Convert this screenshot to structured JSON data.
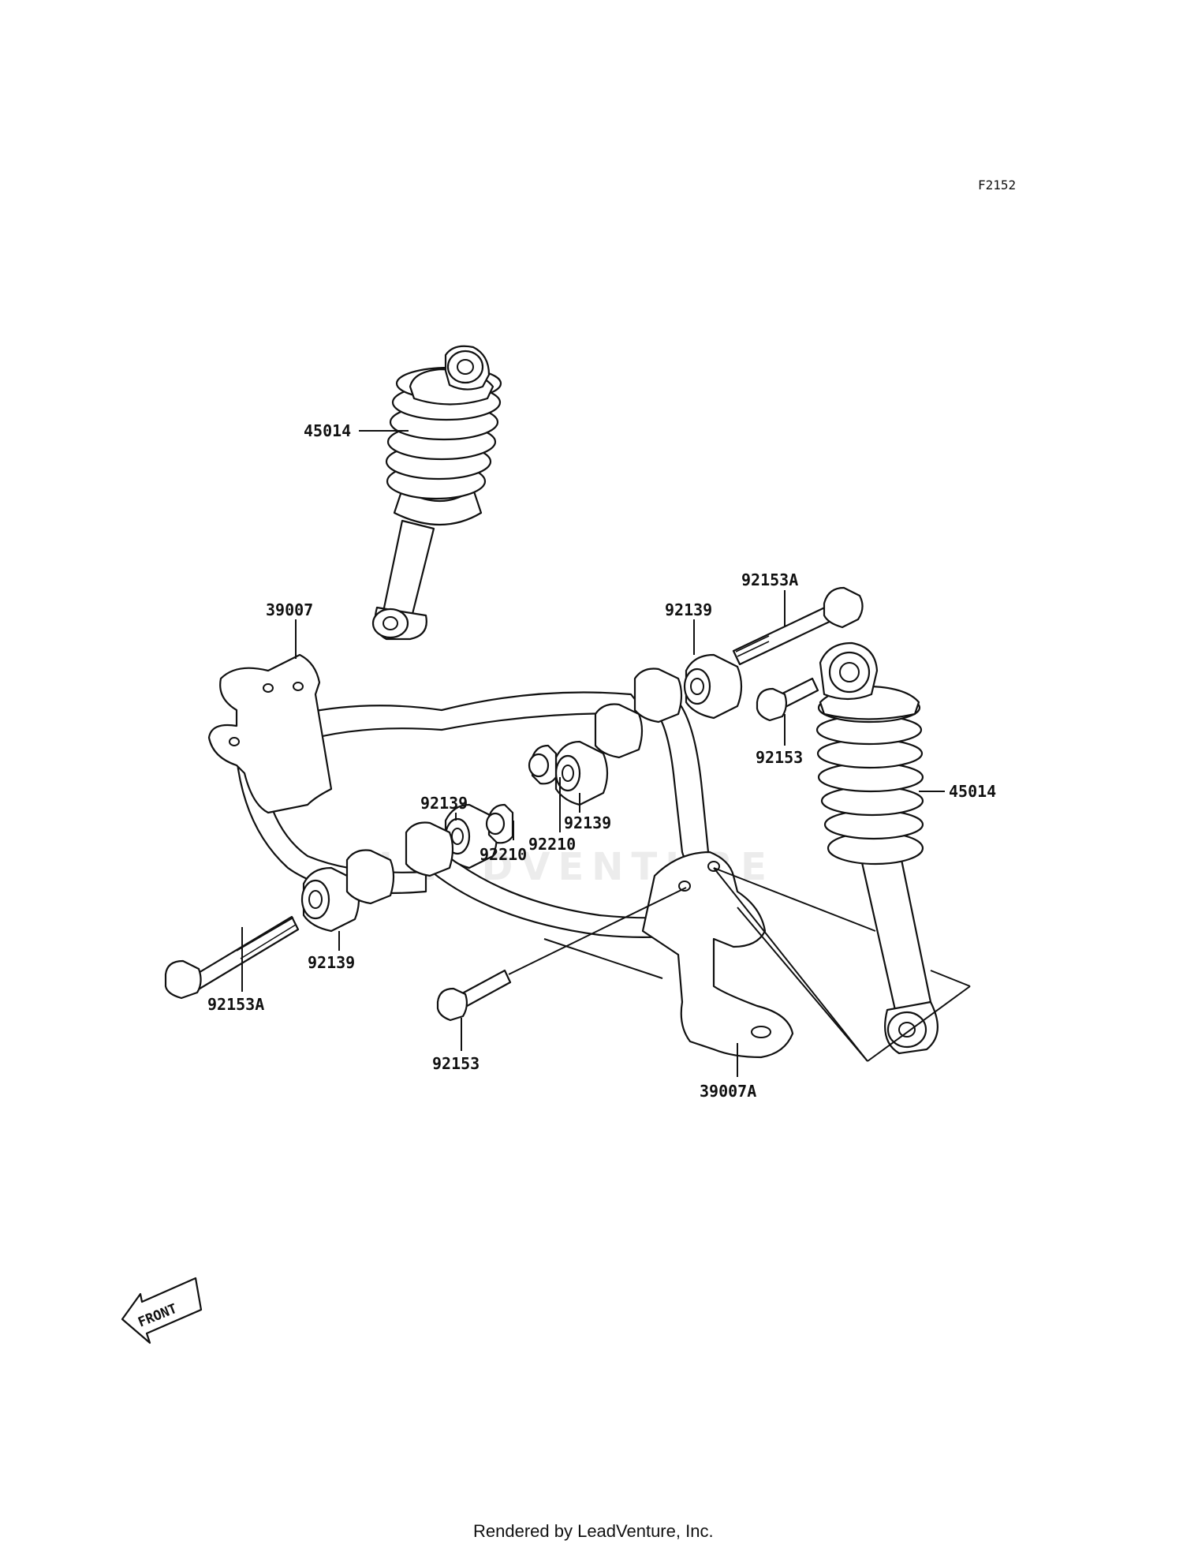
{
  "diagram": {
    "code": "F2152",
    "front_label": "FRONT",
    "footer": "Rendered by LeadVenture, Inc.",
    "watermark": "LEADVENTURE",
    "parts": {
      "shock_left": "45014",
      "shock_right": "45014",
      "arm_left": "39007",
      "arm_right": "39007A",
      "bushing_top_right": "92139",
      "bushing_mid_right": "92139",
      "bushing_mid_left": "92139",
      "bushing_bottom_left": "92139",
      "long_bolt_top": "92153A",
      "long_bolt_bottom": "92153A",
      "bolt_right": "92153",
      "bolt_bottom": "92153",
      "collar_right": "92210",
      "collar_left": "92210"
    }
  }
}
